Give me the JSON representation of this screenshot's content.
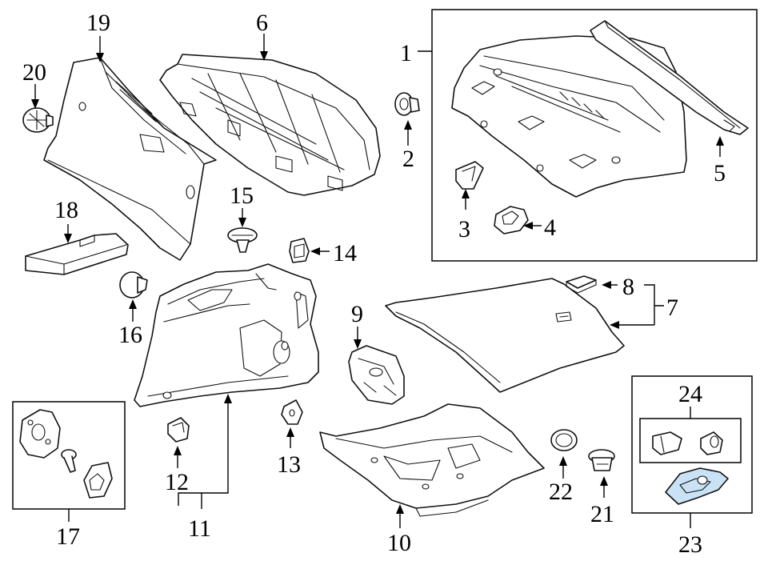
{
  "callouts": {
    "c1": "1",
    "c2": "2",
    "c3": "3",
    "c4": "4",
    "c5": "5",
    "c6": "6",
    "c7": "7",
    "c8": "8",
    "c9": "9",
    "c10": "10",
    "c11": "11",
    "c12": "12",
    "c13": "13",
    "c14": "14",
    "c15": "15",
    "c16": "16",
    "c17": "17",
    "c18": "18",
    "c19": "19",
    "c20": "20",
    "c21": "21",
    "c22": "22",
    "c23": "23",
    "c24": "24"
  },
  "highlight_color": "#c9e2f5"
}
